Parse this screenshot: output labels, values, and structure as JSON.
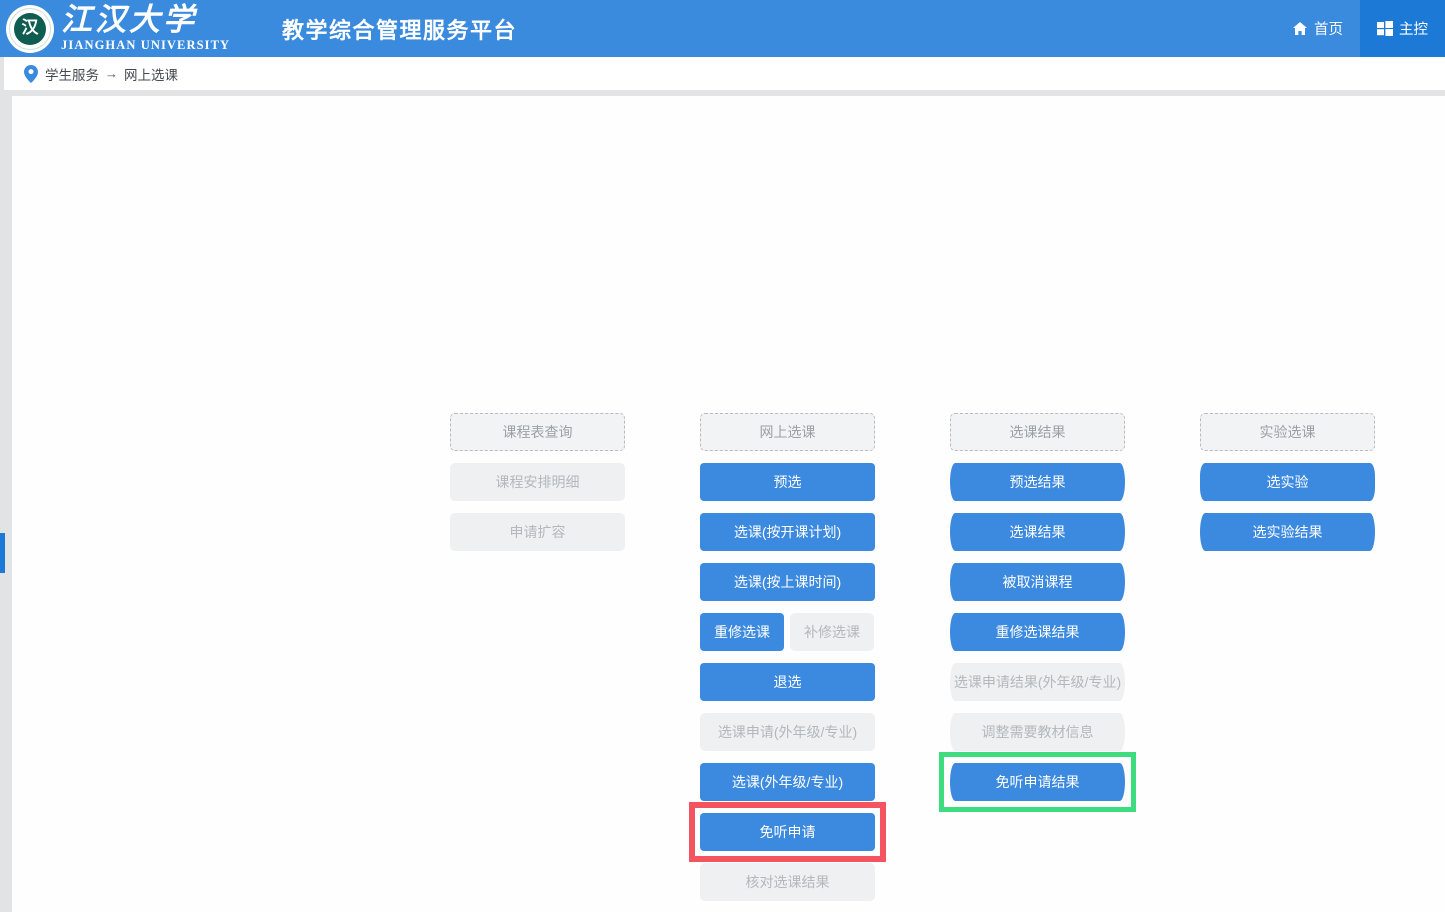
{
  "header": {
    "logo_cn": "江汉大学",
    "logo_en": "JIANGHAN  UNIVERSITY",
    "logo_seal_mark": "汉",
    "title": "教学综合管理服务平台",
    "nav": [
      {
        "label": "首页",
        "icon": "home-icon",
        "active": false
      },
      {
        "label": "主控",
        "icon": "windows-icon",
        "active": true
      }
    ],
    "bg_color": "#3a8ade",
    "active_bg_color": "#1c7ad6"
  },
  "breadcrumb": {
    "icon": "location-pin-icon",
    "items": [
      "学生服务",
      "网上选课"
    ],
    "separator": "→"
  },
  "main": {
    "columns": [
      {
        "name": "course-schedule",
        "header": {
          "label": "课程表查询",
          "state": "header"
        },
        "buttons": [
          {
            "label": "课程安排明细",
            "state": "disabled"
          },
          {
            "label": "申请扩容",
            "state": "disabled"
          }
        ]
      },
      {
        "name": "online-course-selection",
        "header": {
          "label": "网上选课",
          "state": "header"
        },
        "buttons": [
          {
            "label": "预选",
            "state": "primary"
          },
          {
            "label": "选课(按开课计划)",
            "state": "primary"
          },
          {
            "label": "选课(按上课时间)",
            "state": "primary"
          },
          {
            "label": "重修选课",
            "state": "primary",
            "pair_with": "补修选课",
            "pair_state": "disabled"
          },
          {
            "label": "退选",
            "state": "primary"
          },
          {
            "label": "选课申请(外年级/专业)",
            "state": "disabled"
          },
          {
            "label": "选课(外年级/专业)",
            "state": "primary"
          },
          {
            "label": "免听申请",
            "state": "primary",
            "highlight": "red"
          },
          {
            "label": "核对选课结果",
            "state": "disabled"
          }
        ]
      },
      {
        "name": "selection-results",
        "header": {
          "label": "选课结果",
          "state": "header"
        },
        "buttons": [
          {
            "label": "预选结果",
            "state": "primary",
            "shape": "pill"
          },
          {
            "label": "选课结果",
            "state": "primary",
            "shape": "pill"
          },
          {
            "label": "被取消课程",
            "state": "primary",
            "shape": "pill"
          },
          {
            "label": "重修选课结果",
            "state": "primary",
            "shape": "pill"
          },
          {
            "label": "选课申请结果(外年级/专业)",
            "state": "disabled",
            "shape": "pill"
          },
          {
            "label": "调整需要教材信息",
            "state": "disabled",
            "shape": "pill"
          },
          {
            "label": "免听申请结果",
            "state": "primary",
            "shape": "pill",
            "highlight": "green"
          }
        ]
      },
      {
        "name": "experiment-selection",
        "header": {
          "label": "实验选课",
          "state": "header"
        },
        "buttons": [
          {
            "label": "选实验",
            "state": "primary",
            "shape": "pill-soft"
          },
          {
            "label": "选实验结果",
            "state": "primary",
            "shape": "pill"
          }
        ]
      }
    ]
  },
  "highlights": {
    "red": {
      "color": "#f4545f",
      "target": "免听申请"
    },
    "green": {
      "color": "#3ddc7f",
      "target": "免听申请结果"
    }
  }
}
